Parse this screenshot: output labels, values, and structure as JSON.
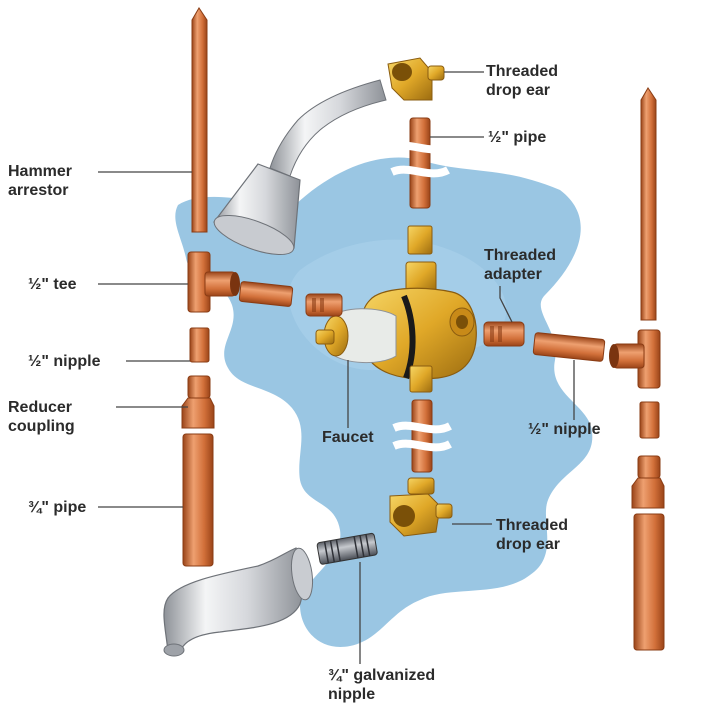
{
  "labels": {
    "hammer_arrestor": [
      "Hammer",
      "arrestor"
    ],
    "half_tee": "½\" tee",
    "half_nipple_left": "½\" nipple",
    "reducer_coupling": [
      "Reducer",
      "coupling"
    ],
    "three_quarter_pipe": "¾\" pipe",
    "threaded_drop_ear_top": [
      "Threaded",
      "drop ear"
    ],
    "half_pipe": "½\" pipe",
    "threaded_adapter": [
      "Threaded",
      "adapter"
    ],
    "faucet": "Faucet",
    "half_nipple_right": "½\" nipple",
    "threaded_drop_ear_bottom": [
      "Threaded",
      "drop ear"
    ],
    "galvanized_nipple": [
      "¾\" galvanized",
      "nipple"
    ]
  },
  "colors": {
    "water": "#8fc0e0",
    "copper": "#d2703a",
    "copper_light": "#eea070",
    "copper_dark": "#9a4418",
    "brass": "#e0a828",
    "brass_light": "#f6d666",
    "brass_dark": "#9c6c10",
    "chrome": "#d6d8dc",
    "chrome_dark": "#8e9298",
    "leader": "#444444"
  }
}
